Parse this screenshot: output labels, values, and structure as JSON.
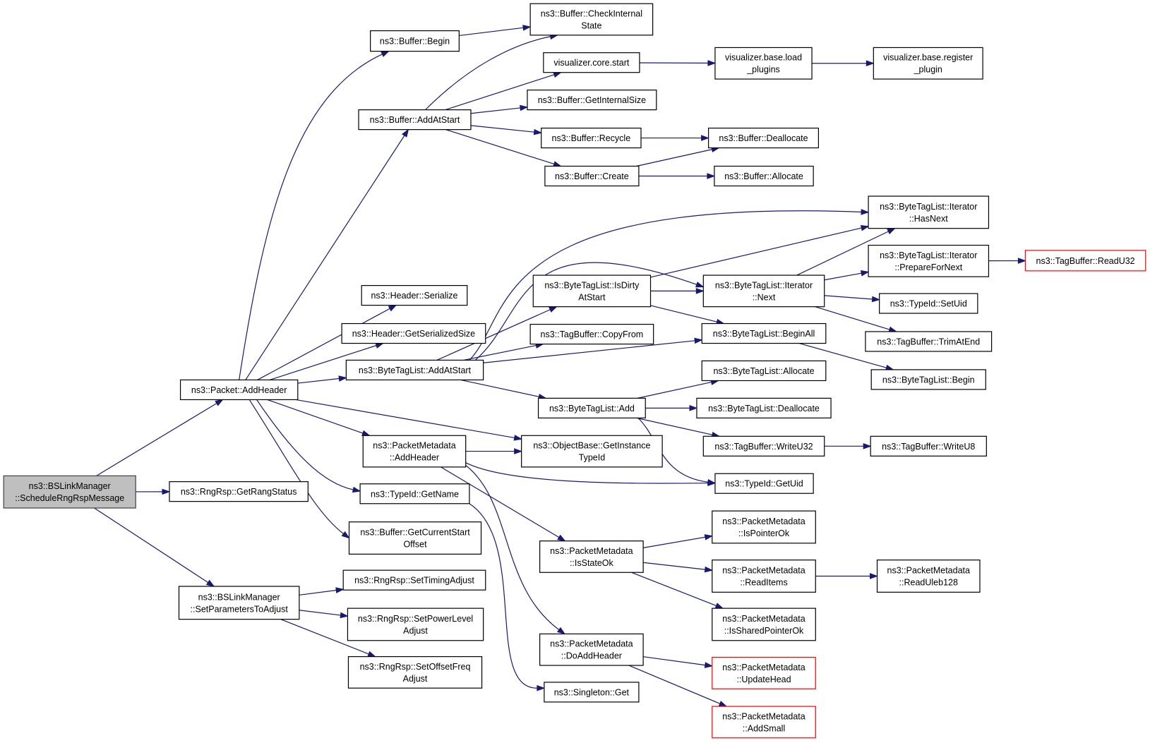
{
  "diagram": {
    "type": "call-graph",
    "colors": {
      "edge": "#191970",
      "node_border": "#000000",
      "node_fill": "#ffffff",
      "root_fill": "#bfbfbf",
      "truncated_border": "#ff0000"
    },
    "nodes": [
      {
        "id": "root",
        "lines": [
          "ns3::BSLinkManager",
          "::ScheduleRngRspMessage"
        ],
        "style": "root"
      },
      {
        "id": "addheader",
        "lines": [
          "ns3::Packet::AddHeader"
        ]
      },
      {
        "id": "getrangstatus",
        "lines": [
          "ns3::RngRsp::GetRangStatus"
        ]
      },
      {
        "id": "setparams",
        "lines": [
          "ns3::BSLinkManager",
          "::SetParametersToAdjust"
        ]
      },
      {
        "id": "bufbegin",
        "lines": [
          "ns3::Buffer::Begin"
        ]
      },
      {
        "id": "bufaddatstart",
        "lines": [
          "ns3::Buffer::AddAtStart"
        ]
      },
      {
        "id": "hdrserialize",
        "lines": [
          "ns3::Header::Serialize"
        ]
      },
      {
        "id": "hdrgetsize",
        "lines": [
          "ns3::Header::GetSerializedSize"
        ]
      },
      {
        "id": "btladdatstart",
        "lines": [
          "ns3::ByteTagList::AddAtStart"
        ]
      },
      {
        "id": "pmaddheader",
        "lines": [
          "ns3::PacketMetadata",
          "::AddHeader"
        ]
      },
      {
        "id": "tidgetname",
        "lines": [
          "ns3::TypeId::GetName"
        ]
      },
      {
        "id": "bufgetcur",
        "lines": [
          "ns3::Buffer::GetCurrentStart",
          "Offset"
        ]
      },
      {
        "id": "settiming",
        "lines": [
          "ns3::RngRsp::SetTimingAdjust"
        ]
      },
      {
        "id": "setpower",
        "lines": [
          "ns3::RngRsp::SetPowerLevel",
          "Adjust"
        ]
      },
      {
        "id": "setoffset",
        "lines": [
          "ns3::RngRsp::SetOffsetFreq",
          "Adjust"
        ]
      },
      {
        "id": "bufcheck",
        "lines": [
          "ns3::Buffer::CheckInternal",
          "State"
        ]
      },
      {
        "id": "vizstart",
        "lines": [
          "visualizer.core.start"
        ]
      },
      {
        "id": "bufgetsize",
        "lines": [
          "ns3::Buffer::GetInternalSize"
        ]
      },
      {
        "id": "bufrecycle",
        "lines": [
          "ns3::Buffer::Recycle"
        ]
      },
      {
        "id": "bufcreate",
        "lines": [
          "ns3::Buffer::Create"
        ]
      },
      {
        "id": "btlisdirty",
        "lines": [
          "ns3::ByteTagList::IsDirty",
          "AtStart"
        ]
      },
      {
        "id": "tbcopyfrom",
        "lines": [
          "ns3::TagBuffer::CopyFrom"
        ]
      },
      {
        "id": "btladd",
        "lines": [
          "ns3::ByteTagList::Add"
        ]
      },
      {
        "id": "obgetinst",
        "lines": [
          "ns3::ObjectBase::GetInstance",
          "TypeId"
        ]
      },
      {
        "id": "pmisstate",
        "lines": [
          "ns3::PacketMetadata",
          "::IsStateOk"
        ]
      },
      {
        "id": "pmdoadd",
        "lines": [
          "ns3::PacketMetadata",
          "::DoAddHeader"
        ]
      },
      {
        "id": "singleton",
        "lines": [
          "ns3::Singleton::Get"
        ]
      },
      {
        "id": "vizload",
        "lines": [
          "visualizer.base.load",
          "_plugins"
        ]
      },
      {
        "id": "bufdealloc",
        "lines": [
          "ns3::Buffer::Deallocate"
        ]
      },
      {
        "id": "bufalloc",
        "lines": [
          "ns3::Buffer::Allocate"
        ]
      },
      {
        "id": "itnext",
        "lines": [
          "ns3::ByteTagList::Iterator",
          "::Next"
        ]
      },
      {
        "id": "btlbeginall",
        "lines": [
          "ns3::ByteTagList::BeginAll"
        ]
      },
      {
        "id": "btlallocate",
        "lines": [
          "ns3::ByteTagList::Allocate"
        ]
      },
      {
        "id": "btldealloc",
        "lines": [
          "ns3::ByteTagList::Deallocate"
        ]
      },
      {
        "id": "tbwrite32",
        "lines": [
          "ns3::TagBuffer::WriteU32"
        ]
      },
      {
        "id": "tidgetuid",
        "lines": [
          "ns3::TypeId::GetUid"
        ]
      },
      {
        "id": "pmisptr",
        "lines": [
          "ns3::PacketMetadata",
          "::IsPointerOk"
        ]
      },
      {
        "id": "pmreaditems",
        "lines": [
          "ns3::PacketMetadata",
          "::ReadItems"
        ]
      },
      {
        "id": "pmisshared",
        "lines": [
          "ns3::PacketMetadata",
          "::IsSharedPointerOk"
        ]
      },
      {
        "id": "pmupdatehead",
        "lines": [
          "ns3::PacketMetadata",
          "::UpdateHead"
        ],
        "style": "trunc"
      },
      {
        "id": "pmaddsmall",
        "lines": [
          "ns3::PacketMetadata",
          "::AddSmall"
        ],
        "style": "trunc"
      },
      {
        "id": "vizreg",
        "lines": [
          "visualizer.base.register",
          "_plugin"
        ]
      },
      {
        "id": "ithasnext",
        "lines": [
          "ns3::ByteTagList::Iterator",
          "::HasNext"
        ]
      },
      {
        "id": "itprepare",
        "lines": [
          "ns3::ByteTagList::Iterator",
          "::PrepareForNext"
        ]
      },
      {
        "id": "tidsetuid",
        "lines": [
          "ns3::TypeId::SetUid"
        ]
      },
      {
        "id": "tbtrim",
        "lines": [
          "ns3::TagBuffer::TrimAtEnd"
        ]
      },
      {
        "id": "btlbegin",
        "lines": [
          "ns3::ByteTagList::Begin"
        ]
      },
      {
        "id": "tbwrite8",
        "lines": [
          "ns3::TagBuffer::WriteU8"
        ]
      },
      {
        "id": "pmreaduleb",
        "lines": [
          "ns3::PacketMetadata",
          "::ReadUleb128"
        ]
      },
      {
        "id": "tbreadu32",
        "lines": [
          "ns3::TagBuffer::ReadU32"
        ],
        "style": "trunc"
      }
    ],
    "edges": [
      [
        "root",
        "addheader"
      ],
      [
        "root",
        "getrangstatus"
      ],
      [
        "root",
        "setparams"
      ],
      [
        "addheader",
        "bufbegin"
      ],
      [
        "addheader",
        "bufaddatstart"
      ],
      [
        "addheader",
        "hdrserialize"
      ],
      [
        "addheader",
        "hdrgetsize"
      ],
      [
        "addheader",
        "btladdatstart"
      ],
      [
        "addheader",
        "pmaddheader"
      ],
      [
        "addheader",
        "tidgetname"
      ],
      [
        "addheader",
        "bufgetcur"
      ],
      [
        "addheader",
        "obgetinst"
      ],
      [
        "setparams",
        "settiming"
      ],
      [
        "setparams",
        "setpower"
      ],
      [
        "setparams",
        "setoffset"
      ],
      [
        "bufbegin",
        "bufcheck"
      ],
      [
        "bufaddatstart",
        "bufcheck"
      ],
      [
        "bufaddatstart",
        "vizstart"
      ],
      [
        "bufaddatstart",
        "bufgetsize"
      ],
      [
        "bufaddatstart",
        "bufrecycle"
      ],
      [
        "bufaddatstart",
        "bufcreate"
      ],
      [
        "vizstart",
        "vizload"
      ],
      [
        "vizload",
        "vizreg"
      ],
      [
        "bufrecycle",
        "bufdealloc"
      ],
      [
        "bufcreate",
        "bufdealloc"
      ],
      [
        "bufcreate",
        "bufalloc"
      ],
      [
        "btladdatstart",
        "ithasnext"
      ],
      [
        "btladdatstart",
        "itnext"
      ],
      [
        "btladdatstart",
        "btlisdirty"
      ],
      [
        "btladdatstart",
        "tbcopyfrom"
      ],
      [
        "btladdatstart",
        "btlbeginall"
      ],
      [
        "btladdatstart",
        "btladd"
      ],
      [
        "btlisdirty",
        "ithasnext"
      ],
      [
        "btlisdirty",
        "itnext"
      ],
      [
        "btlisdirty",
        "btlbeginall"
      ],
      [
        "itnext",
        "ithasnext"
      ],
      [
        "itnext",
        "itprepare"
      ],
      [
        "itnext",
        "tidsetuid"
      ],
      [
        "itnext",
        "tbtrim"
      ],
      [
        "itprepare",
        "tbreadu32"
      ],
      [
        "btlbeginall",
        "btlbegin"
      ],
      [
        "btladd",
        "btlallocate"
      ],
      [
        "btladd",
        "btldealloc"
      ],
      [
        "btladd",
        "tbwrite32"
      ],
      [
        "btladd",
        "tidgetuid"
      ],
      [
        "tbwrite32",
        "tbwrite8"
      ],
      [
        "pmaddheader",
        "obgetinst"
      ],
      [
        "pmaddheader",
        "tidgetuid"
      ],
      [
        "pmaddheader",
        "pmisstate"
      ],
      [
        "pmaddheader",
        "pmdoadd"
      ],
      [
        "pmisstate",
        "pmisptr"
      ],
      [
        "pmisstate",
        "pmreaditems"
      ],
      [
        "pmisstate",
        "pmisshared"
      ],
      [
        "pmreaditems",
        "pmreaduleb"
      ],
      [
        "pmdoadd",
        "pmupdatehead"
      ],
      [
        "pmdoadd",
        "pmaddsmall"
      ],
      [
        "tidgetname",
        "singleton"
      ]
    ]
  }
}
